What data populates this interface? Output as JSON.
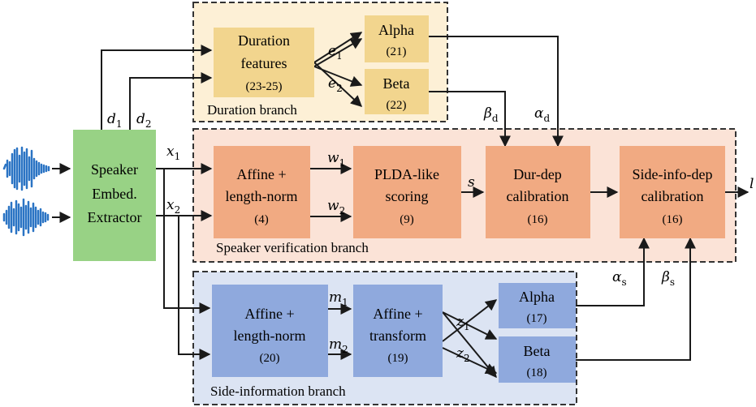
{
  "colors": {
    "duration_box": "#f2d58e",
    "duration_region": "#fdf0d6",
    "speaker_box": "#f1aa82",
    "speaker_region": "#fbe3d7",
    "side_box": "#8fa9dd",
    "side_region": "#dce4f3",
    "extractor_box": "#98d285",
    "waveform": "#2b74c4"
  },
  "regions": {
    "duration": "Duration branch",
    "speaker": "Speaker verification branch",
    "side": "Side-information branch"
  },
  "boxes": {
    "extractor": {
      "l1": "Speaker",
      "l2": "Embed.",
      "l3": "Extractor"
    },
    "duration_features": {
      "l1": "Duration",
      "l2": "features",
      "eq": "(23-25)"
    },
    "dur_alpha": {
      "l1": "Alpha",
      "eq": "(21)"
    },
    "dur_beta": {
      "l1": "Beta",
      "eq": "(22)"
    },
    "affine_norm_sv": {
      "l1": "Affine +",
      "l2": "length-norm",
      "eq": "(4)"
    },
    "plda": {
      "l1": "PLDA-like",
      "l2": "scoring",
      "eq": "(9)"
    },
    "dur_dep": {
      "l1": "Dur-dep",
      "l2": "calibration",
      "eq": "(16)"
    },
    "side_dep": {
      "l1": "Side-info-dep",
      "l2": "calibration",
      "eq": "(16)"
    },
    "affine_norm_si": {
      "l1": "Affine +",
      "l2": "length-norm",
      "eq": "(20)"
    },
    "affine_transform": {
      "l1": "Affine +",
      "l2": "transform",
      "eq": "(19)"
    },
    "side_alpha": {
      "l1": "Alpha",
      "eq": "(17)"
    },
    "side_beta": {
      "l1": "Beta",
      "eq": "(18)"
    }
  },
  "symbols": {
    "d1": {
      "b": "d",
      "s": "1"
    },
    "d2": {
      "b": "d",
      "s": "2"
    },
    "x1": {
      "b": "x",
      "s": "1"
    },
    "x2": {
      "b": "x",
      "s": "2"
    },
    "e1": {
      "b": "e",
      "s": "1"
    },
    "e2": {
      "b": "e",
      "s": "2"
    },
    "w1": {
      "b": "w",
      "s": "1"
    },
    "w2": {
      "b": "w",
      "s": "2"
    },
    "s": {
      "b": "s"
    },
    "beta_d": {
      "b": "β",
      "s": "d"
    },
    "alpha_d": {
      "b": "α",
      "s": "d"
    },
    "l": {
      "b": "l"
    },
    "alpha_s": {
      "b": "α",
      "s": "s"
    },
    "beta_s": {
      "b": "β",
      "s": "s"
    },
    "m1": {
      "b": "m",
      "s": "1"
    },
    "m2": {
      "b": "m",
      "s": "2"
    },
    "z1": {
      "b": "z",
      "s": "1"
    },
    "z2": {
      "b": "z",
      "s": "2"
    }
  }
}
